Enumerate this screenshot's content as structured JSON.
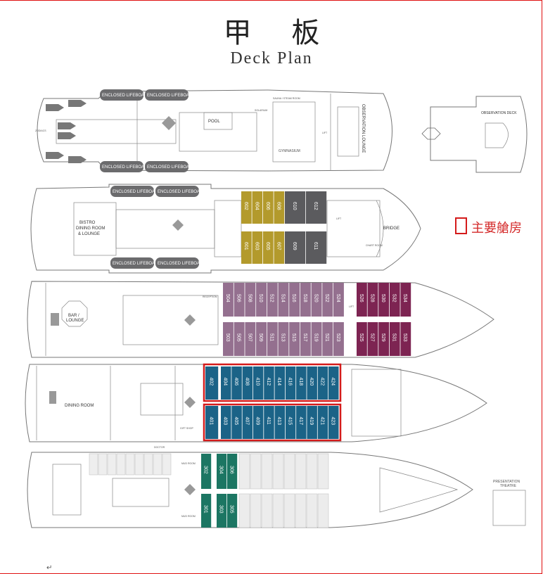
{
  "title": {
    "chinese": "甲 板",
    "english": "Deck Plan"
  },
  "legend": {
    "label": "主要艙房",
    "color": "#d42a2a"
  },
  "paragraph_mark": "↵",
  "labels": {
    "enclosed_lifeboat": "ENCLOSED LIFEBOAT",
    "pool": "POOL",
    "zodiacs": "ZODIACS",
    "solarium": "SOLARIUM",
    "sauna": "SAUNA / STEAM ROOM",
    "gymnasium": "GYMNASIUM",
    "observation_lounge": "OBSERVATION LOUNGE",
    "observation_deck": "OBSERVATION DECK",
    "lift": "LIFT",
    "bistro_1": "BISTRO",
    "bistro_2": "DINING ROOM",
    "bistro_3": "& LOUNGE",
    "bridge": "BRIDGE",
    "chart_room": "CHART ROOM",
    "bar_1": "BAR /",
    "bar_2": "LOUNGE",
    "reception": "RECEPTION",
    "dining_room": "DINING ROOM",
    "gift_shop": "GIFT SHOP",
    "doctor": "DOCTOR",
    "mud_room": "MUD ROOM",
    "theatre_1": "PRESENTATION",
    "theatre_2": "THEATRE"
  },
  "cabin_groups": [
    {
      "id": "d6-gold",
      "color": "#b39a2c",
      "top": [
        "602",
        "604",
        "606",
        "608"
      ],
      "bottom": [
        "601",
        "603",
        "605",
        "607"
      ]
    },
    {
      "id": "d6-gray",
      "color": "#5b5b5e",
      "top": [
        "610",
        "612"
      ],
      "bottom": [
        "609",
        "611"
      ]
    },
    {
      "id": "d5-lilac",
      "color": "#94708f",
      "top": [
        "504",
        "506",
        "508",
        "510",
        "512",
        "514",
        "516",
        "518",
        "520",
        "522",
        "524"
      ],
      "bottom": [
        "503",
        "505",
        "507",
        "509",
        "511",
        "513",
        "515",
        "517",
        "519",
        "521",
        "523"
      ]
    },
    {
      "id": "d5-maroon",
      "color": "#7d2452",
      "top": [
        "526",
        "528",
        "530",
        "532",
        "534"
      ],
      "bottom": [
        "525",
        "527",
        "529",
        "531",
        "533"
      ]
    },
    {
      "id": "d4-first",
      "color": "#1b6387",
      "top": [
        "402"
      ],
      "bottom": [
        "401"
      ]
    },
    {
      "id": "d4-rest",
      "color": "#1b6387",
      "top": [
        "404",
        "406",
        "408",
        "410",
        "412",
        "414",
        "416",
        "418",
        "420",
        "422",
        "424"
      ],
      "bottom": [
        "403",
        "405",
        "407",
        "409",
        "411",
        "413",
        "415",
        "417",
        "419",
        "421",
        "423"
      ]
    },
    {
      "id": "d3-first",
      "color": "#1c7663",
      "top": [
        "302"
      ],
      "bottom": [
        "301"
      ]
    },
    {
      "id": "d3-rest",
      "color": "#1c7663",
      "top": [
        "304",
        "306"
      ],
      "bottom": [
        "303",
        "305"
      ]
    }
  ],
  "highlight_color": "#d41b1b"
}
